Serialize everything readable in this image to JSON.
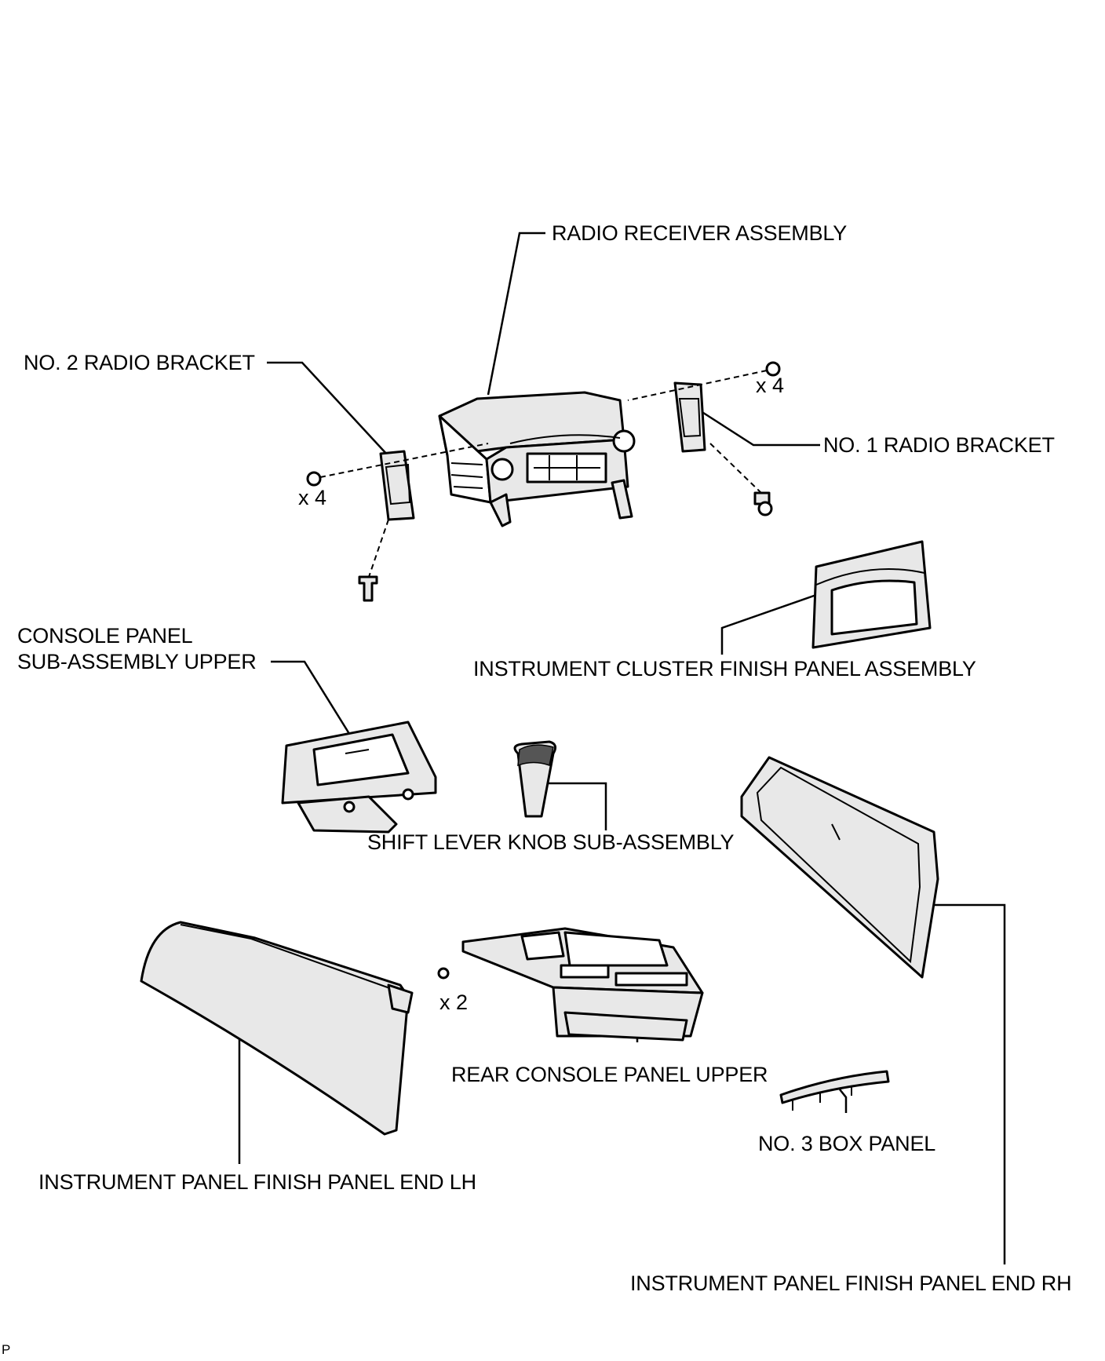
{
  "diagram": {
    "labels": {
      "radio_receiver_assembly": "RADIO RECEIVER ASSEMBLY",
      "no2_radio_bracket": "NO. 2 RADIO BRACKET",
      "no1_radio_bracket": "NO. 1 RADIO BRACKET",
      "console_panel_line1": "CONSOLE PANEL",
      "console_panel_line2": "SUB-ASSEMBLY UPPER",
      "instrument_cluster_finish_panel": "INSTRUMENT CLUSTER FINISH PANEL ASSEMBLY",
      "shift_lever_knob": "SHIFT LEVER KNOB SUB-ASSEMBLY",
      "rear_console_panel_upper": "REAR CONSOLE PANEL UPPER",
      "no3_box_panel": "NO. 3 BOX PANEL",
      "finish_panel_end_lh": "INSTRUMENT PANEL FINISH PANEL END LH",
      "finish_panel_end_rh": "INSTRUMENT PANEL FINISH PANEL END RH"
    },
    "quantities": {
      "no1_bracket_screws": "x 4",
      "no2_bracket_screws": "x 4",
      "rear_console_screws": "x 2"
    },
    "footer_mark": "P"
  }
}
